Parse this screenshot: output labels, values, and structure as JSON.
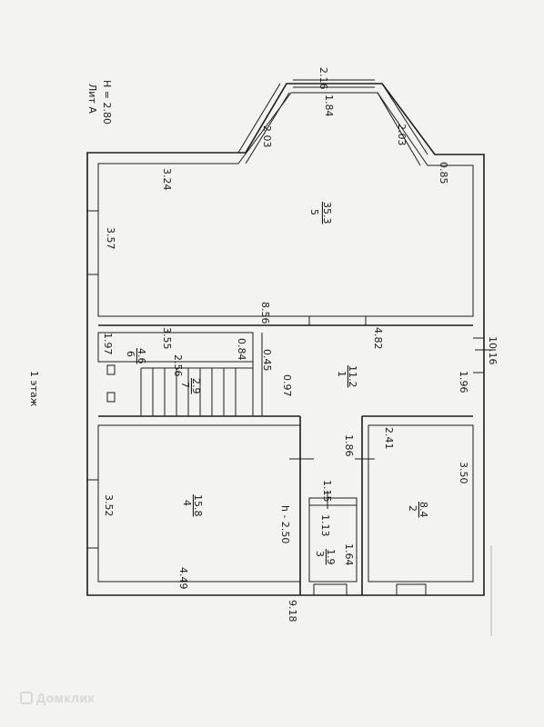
{
  "header": {
    "floor": "1 этаж",
    "liter": "Лит А",
    "height": "Н = 2.80"
  },
  "rooms": [
    {
      "number": "5",
      "area": "35.3"
    },
    {
      "number": "1",
      "area": "11.2"
    },
    {
      "number": "2",
      "area": "8.4"
    },
    {
      "number": "3",
      "area": "1.9"
    },
    {
      "number": "4",
      "area": "15.8"
    },
    {
      "number": "6",
      "area": "4.6"
    },
    {
      "number": "7",
      "area": "2.9"
    }
  ],
  "dimensions": {
    "bay_outer": "2.16",
    "bay_inner": "1.84",
    "bay_left": "2.03",
    "bay_right": "2.03",
    "room5_left_wall": "3.24",
    "room5_right_wall": "0.85",
    "room5_width": "3.57",
    "room5_length": "8.56",
    "room6_length": "3.55",
    "room6_width": "1.97",
    "stair_length": "2.56",
    "step_a": "0.84",
    "step_b": "0.45",
    "room1_width_a": "0.97",
    "room1_length": "4.82",
    "room1_width": "1.96",
    "outer_width": "10.16",
    "corridor": "1.86",
    "room2_length": "2.41",
    "room2_width": "3.50",
    "room3_a": "1.15",
    "room3_b": "1.13",
    "room3_c": "1.64",
    "room4_height": "h - 2.50",
    "room4_width": "3.52",
    "room4_length": "4.49",
    "outer_length": "9.18"
  },
  "watermark": "Домклик"
}
